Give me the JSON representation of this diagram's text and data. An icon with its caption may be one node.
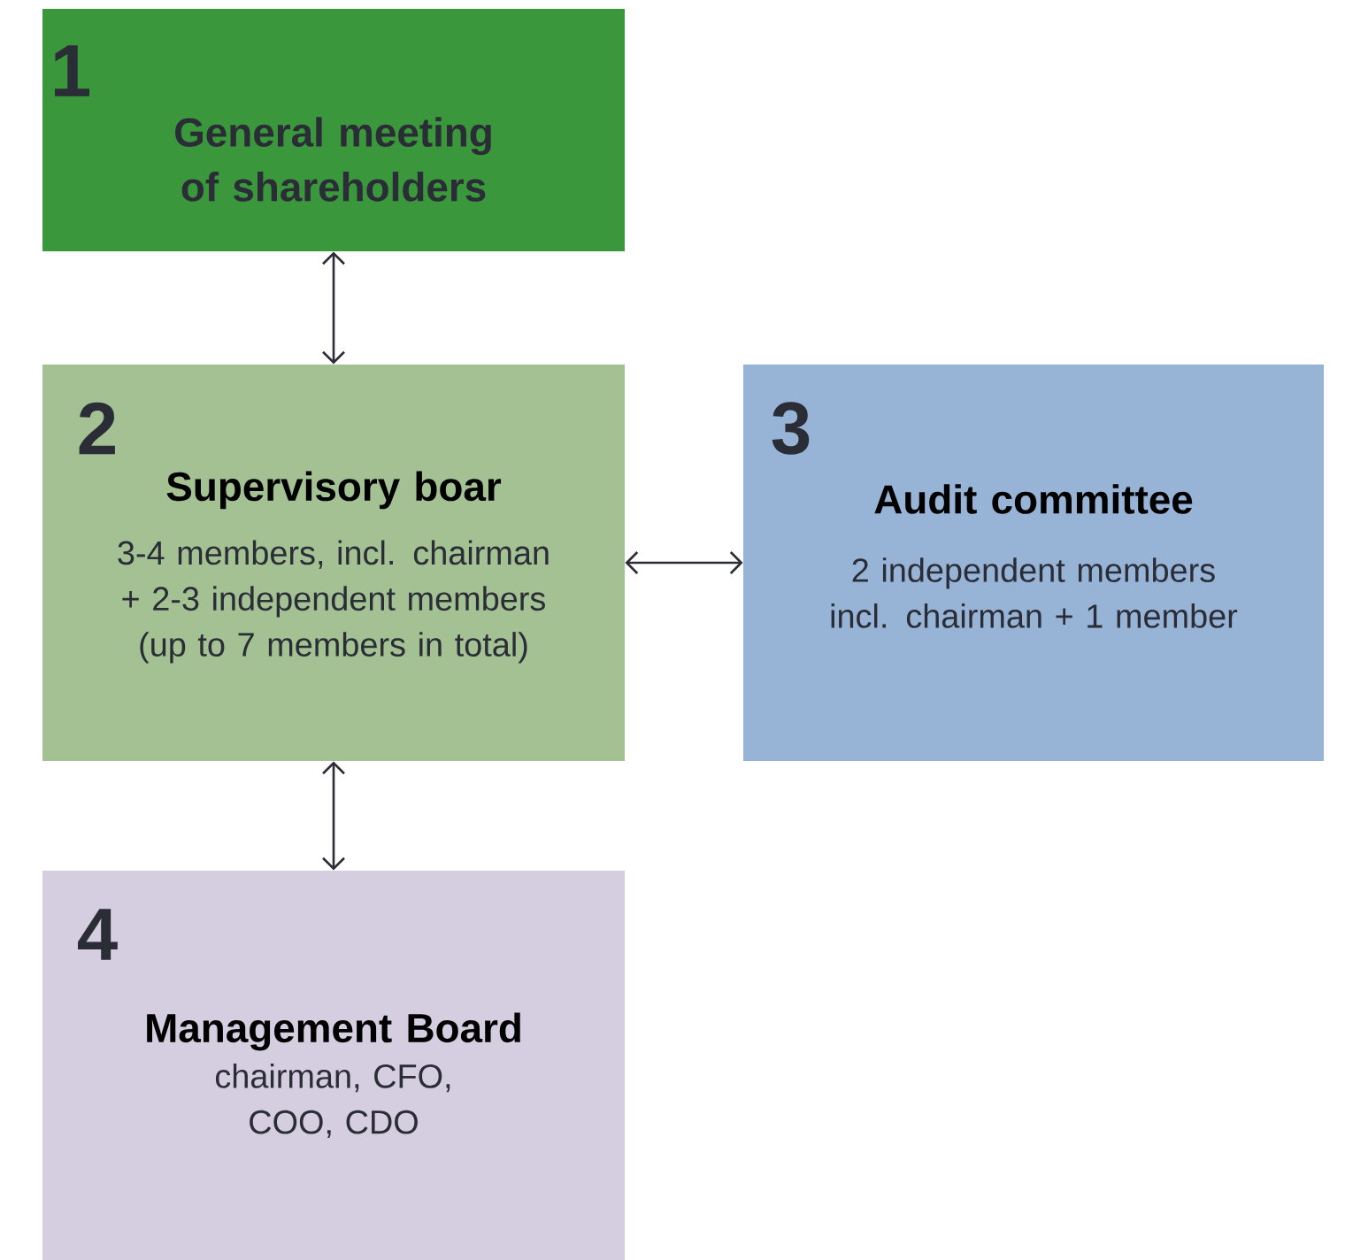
{
  "diagram": {
    "nodes": [
      {
        "text": [
          "1",
          "General meeting of shareholders"
        ]
      },
      {
        "text": [
          "2",
          "Supervisory boar",
          "3-4 members, incl. chairman + 2-3 independent members (up to 7 members in total)"
        ]
      },
      {
        "text": [
          "3",
          "Audit committee",
          "2 independent members incl. chairman + 1 member"
        ]
      },
      {
        "text": [
          "4",
          "Management Board",
          "chairman, CFO, COO, CDO"
        ]
      }
    ],
    "edges": [
      {
        "from": 0,
        "to": 1,
        "arrow": "both"
      },
      {
        "from": 1,
        "to": 2,
        "arrow": "both"
      },
      {
        "from": 1,
        "to": 3,
        "arrow": "both"
      }
    ]
  }
}
